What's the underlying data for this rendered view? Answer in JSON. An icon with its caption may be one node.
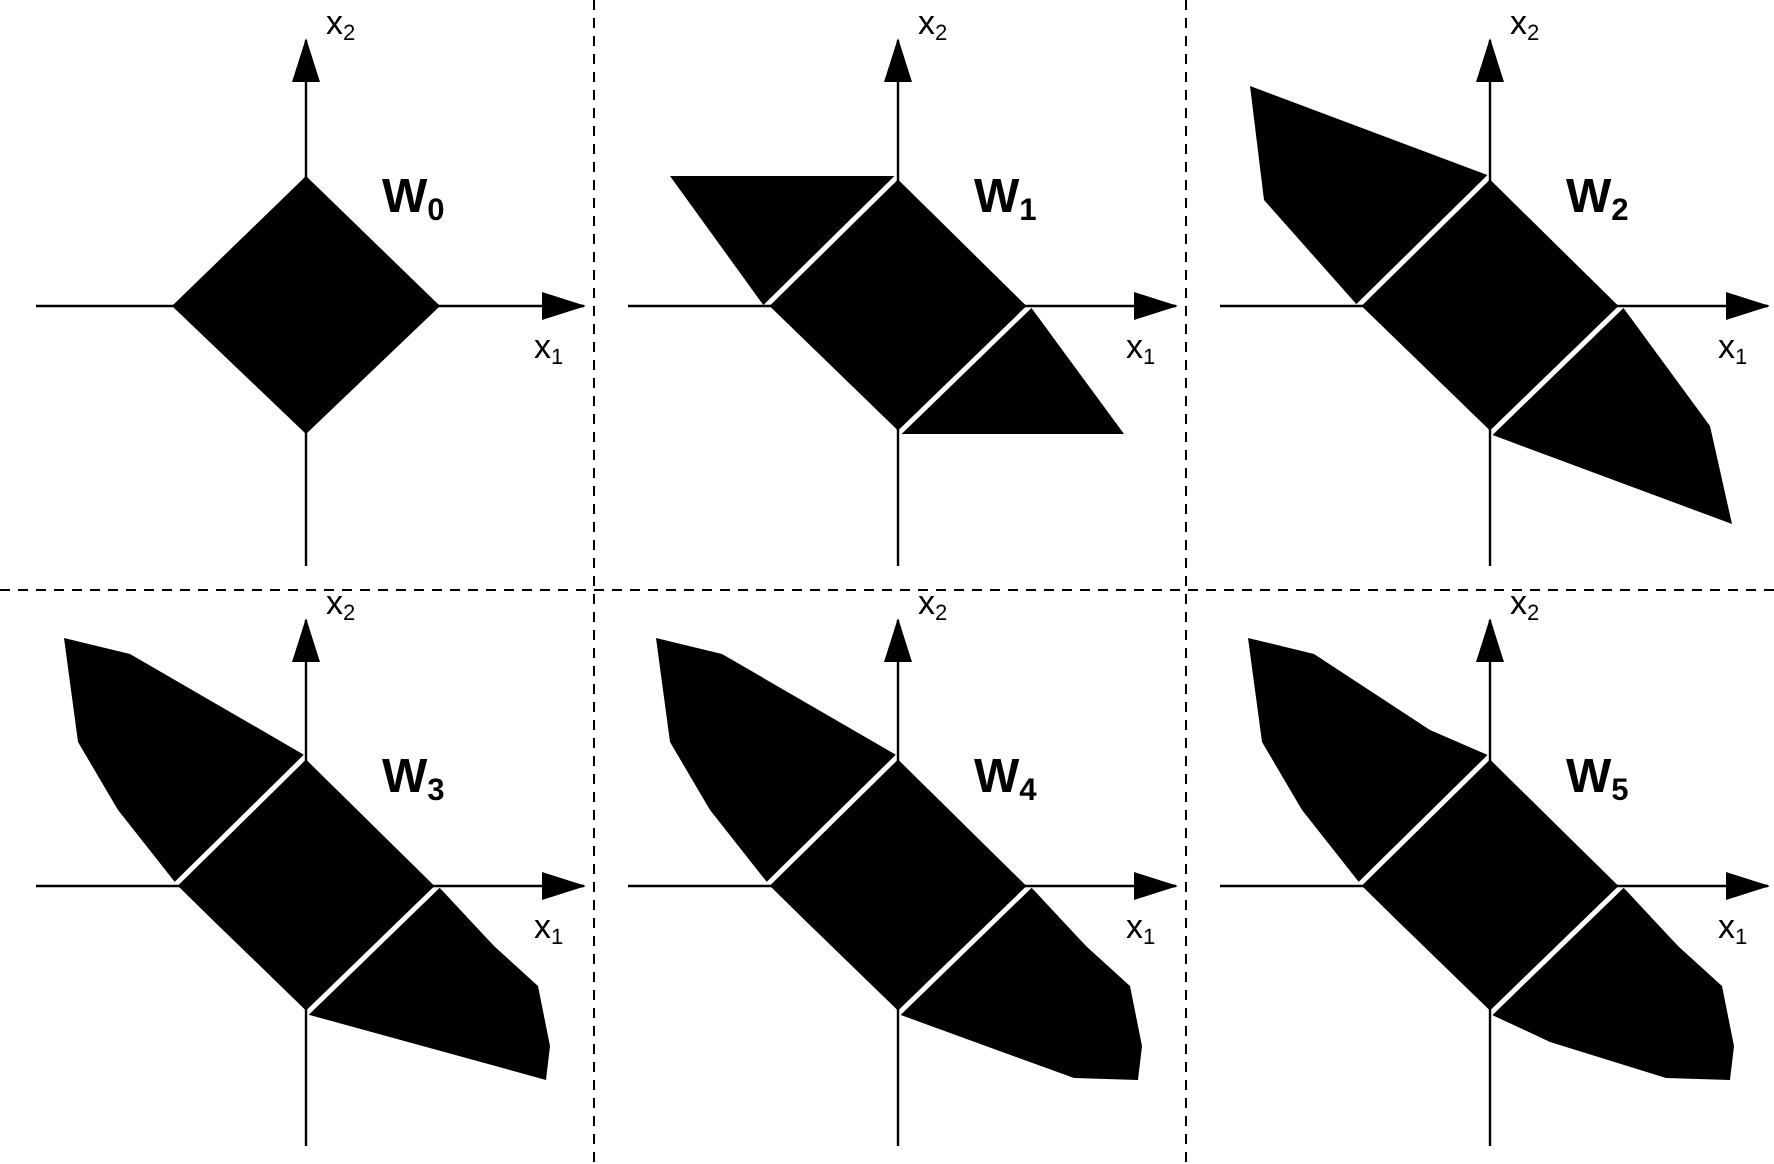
{
  "diagram": {
    "labels": [
      "x$_{2}$",
      "W$_{0}$",
      "x$_{1}$",
      "x$_{2}$",
      "W$_{1}$",
      "x$_{1}$",
      "x$_{2}$",
      "W$_{2}$",
      "x$_{1}$",
      "x$_{2}$",
      "W$_{3}$",
      "x$_{1}$",
      "x$_{2}$",
      "W$_{4}$",
      "x$_{1}$",
      "x$_{2}$",
      "W$_{5}$",
      "x$_{1}$"
    ]
  }
}
